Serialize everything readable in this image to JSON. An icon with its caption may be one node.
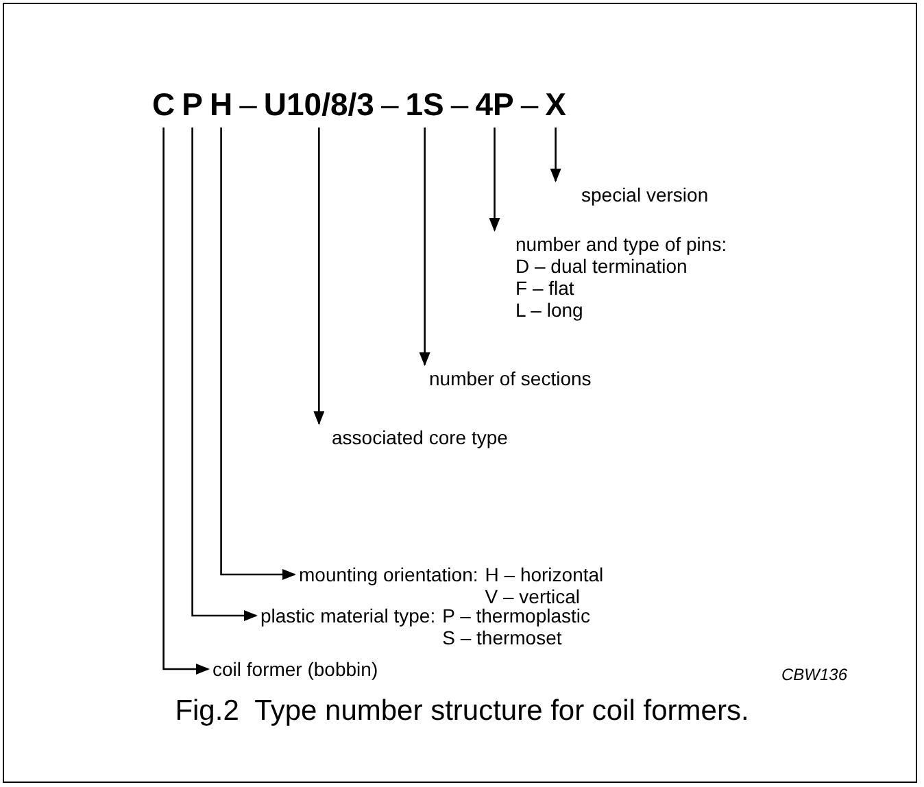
{
  "diagram": {
    "caption": "Fig.2  Type number structure for coil formers.",
    "nodes": [
      {
        "text": [
          "C"
        ]
      },
      {
        "text": [
          "P"
        ]
      },
      {
        "text": [
          "H"
        ]
      },
      {
        "text": [
          "U10/8/3"
        ]
      },
      {
        "text": [
          "1S"
        ]
      },
      {
        "text": [
          "4P"
        ]
      },
      {
        "text": [
          "X"
        ]
      },
      {
        "text": [
          "special version"
        ]
      },
      {
        "text": [
          "number and type of pins:",
          "D – dual termination",
          "F – flat",
          "L – long"
        ]
      },
      {
        "text": [
          "number of sections"
        ]
      },
      {
        "text": [
          "associated core type"
        ]
      },
      {
        "text": [
          "mounting orientation:",
          "H – horizontal",
          "V – vertical"
        ]
      },
      {
        "text": [
          "plastic material type:",
          "P – thermoplastic",
          "S – thermoset"
        ]
      },
      {
        "text": [
          "coil former (bobbin)"
        ]
      }
    ],
    "edges": [
      {
        "from": 6,
        "to": 7,
        "arrow": "to"
      },
      {
        "from": 5,
        "to": 8,
        "arrow": "to"
      },
      {
        "from": 4,
        "to": 9,
        "arrow": "to"
      },
      {
        "from": 3,
        "to": 10,
        "arrow": "to"
      },
      {
        "from": 2,
        "to": 11,
        "arrow": "to"
      },
      {
        "from": 1,
        "to": 12,
        "arrow": "to"
      },
      {
        "from": 0,
        "to": 13,
        "arrow": "to"
      }
    ],
    "labels": [
      "–",
      "–",
      "–",
      "–",
      "CBW136"
    ]
  }
}
